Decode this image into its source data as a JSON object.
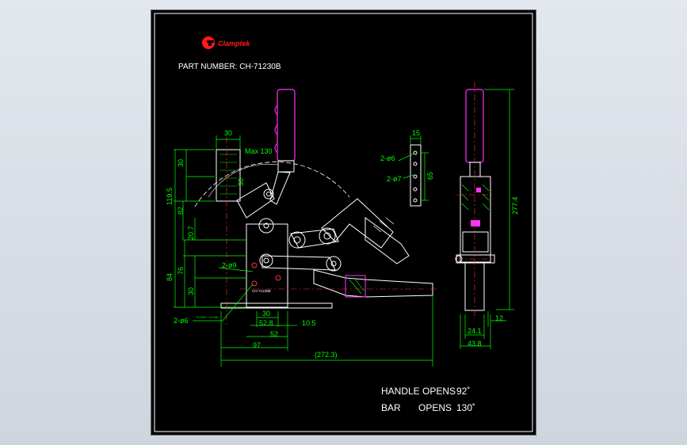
{
  "brand": {
    "logo_text": "Clamptek"
  },
  "part_number": "PART NUMBER: CH-71230B",
  "specs": {
    "handle_label": "HANDLE OPENS",
    "handle_value": "92˚",
    "bar_label": "BAR",
    "bar_word": "OPENS",
    "bar_value": "130˚"
  },
  "dims": {
    "d30_top": "30",
    "max_angle": "Max 130",
    "v30_a": "30",
    "v30_b": "30",
    "v119_5": "119.5",
    "v82": "82",
    "v20_7": "20.7",
    "v84": "84",
    "v76": "76",
    "v30_c": "30",
    "hole_2_d9": "2-ø9",
    "hole_2_d6": "2-ø6",
    "hole_2_d6_tol": "+0.015 / +0.005",
    "h30_base": "30",
    "h52_8": "52.8",
    "h10_5": "10.5",
    "h52": "52",
    "h97": "97",
    "h272_3": "(272.3)",
    "side_15": "15",
    "side_65": "65",
    "side_2_d6": "2-ø6",
    "side_2_d7": "2-ø7",
    "r277_4": "277.4",
    "r12": "12",
    "r24_1": "24.1",
    "r43_8": "43.8",
    "body_marking": "CH-71230B"
  },
  "colors": {
    "dimension": "#00ff00",
    "outline": "#ffffff",
    "handle": "#ff33ff",
    "centerline": "#ff3333",
    "logo": "#ff1a1a",
    "hatch": "#00ff00"
  }
}
